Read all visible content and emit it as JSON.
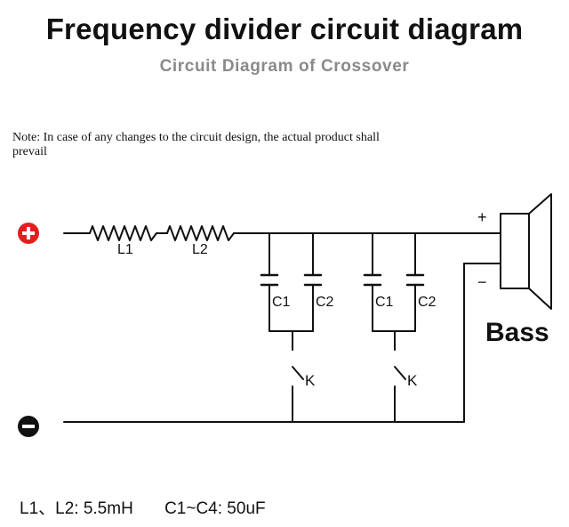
{
  "title": "Frequency divider circuit diagram",
  "subtitle": "Circuit Diagram of Crossover",
  "note": "Note: In case of any changes to the circuit design, the actual product shall prevail",
  "labels": {
    "L1": "L1",
    "L2": "L2",
    "C1a": "C1",
    "C2a": "C2",
    "C1b": "C1",
    "C2b": "C2",
    "K1": "K",
    "K2": "K",
    "plus_terminal": "+",
    "minus_terminal": "−",
    "speaker_plus": "+",
    "speaker_minus": "−",
    "speaker": "Bass"
  },
  "specs": {
    "inductors": "L1、L2: 5.5mH",
    "capacitors": "C1~C4: 50uF"
  },
  "colors": {
    "positive_terminal": "#e02020",
    "negative_terminal": "#111111"
  }
}
